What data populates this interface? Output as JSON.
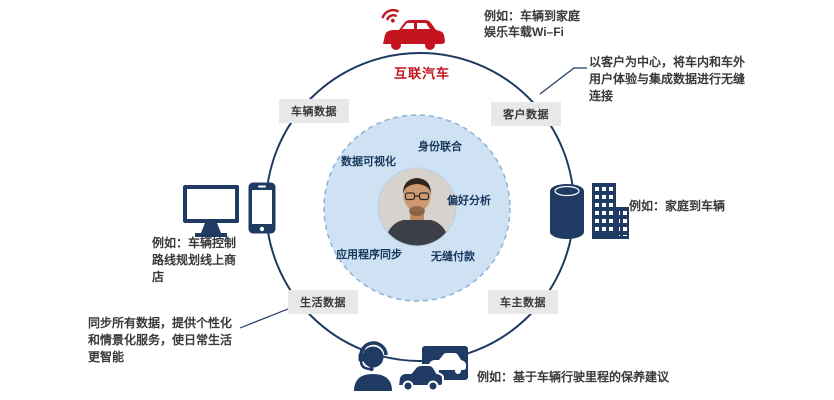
{
  "hub": {
    "title": "互联汽车",
    "features": {
      "data_visualization": "数据可视化",
      "identity_federation": "身份联合",
      "preference_analysis": "偏好分析",
      "seamless_payment": "无缝付款",
      "app_sync": "应用程序同步"
    }
  },
  "data_boxes": {
    "vehicle": "车辆数据",
    "customer": "客户数据",
    "life": "生活数据",
    "owner": "车主数据"
  },
  "annotations": {
    "top_right": "例如：车辆到家庭\n娱乐车载Wi–Fi",
    "right_description": "以客户为中心，将车内和车外\n用户体验与集成数据进行无缝\n连接",
    "right_example": "例如：家庭到车辆",
    "left_example": "例如：车辆控制\n路线规划线上商\n店",
    "bottom_left_description": "同步所有数据，提供个性化\n和情景化服务，使日常生活\n更智能",
    "bottom_example": "例如：基于车辆行驶里程的保养建议"
  },
  "icons": {
    "wifi_car": "connected-car-wifi-icon",
    "monitor": "desktop-monitor-icon",
    "phone": "smartphone-icon",
    "speaker": "smart-speaker-icon",
    "building": "building-icon",
    "support_agent": "headset-agent-icon",
    "service_vehicles": "car-service-icon",
    "avatar": "customer-photo"
  },
  "colors": {
    "navy": "#1f3a63",
    "red": "#c41420",
    "inner_circle_blue": "#cfe2f3",
    "box_gray": "#e8e8e8"
  }
}
